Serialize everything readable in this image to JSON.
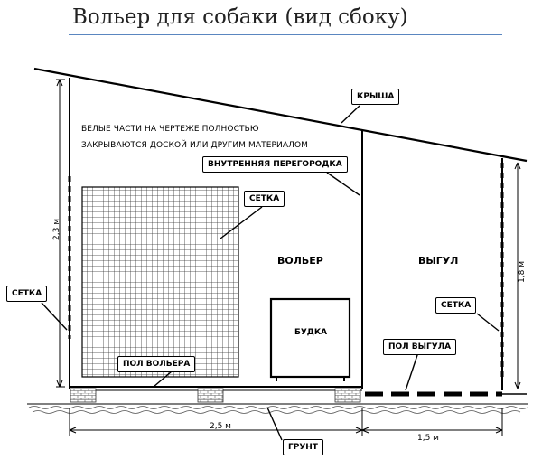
{
  "title": "Вольер для собаки  (вид сбоку)",
  "note": {
    "line1": "БЕЛЫЕ ЧАСТИ НА ЧЕРТЕЖЕ ПОЛНОСТЬЮ",
    "line2": "ЗАКРЫВАЮТСЯ ДОСКОЙ ИЛИ ДРУГИМ МАТЕРИАЛОМ"
  },
  "labels": {
    "roof": "КРЫША",
    "partition": "ВНУТРЕННЯЯ ПЕРЕГОРОДКА",
    "mesh_inner": "СЕТКА",
    "mesh_left": "СЕТКА",
    "mesh_right": "СЕТКА",
    "enclosure": "ВОЛЬЕР",
    "run": "ВЫГУЛ",
    "booth": "БУДКА",
    "enclosure_floor": "ПОЛ ВОЛЬЕРА",
    "run_floor": "ПОЛ ВЫГУЛА",
    "ground": "ГРУНТ"
  },
  "dimensions": {
    "left_height": "2,3 м",
    "right_height": "1,8 м",
    "enclosure_width": "2,5 м",
    "run_width": "1,5 м"
  },
  "colors": {
    "line": "#000000",
    "title_rule": "#5a86c0",
    "ground_hatch": "#444444"
  }
}
